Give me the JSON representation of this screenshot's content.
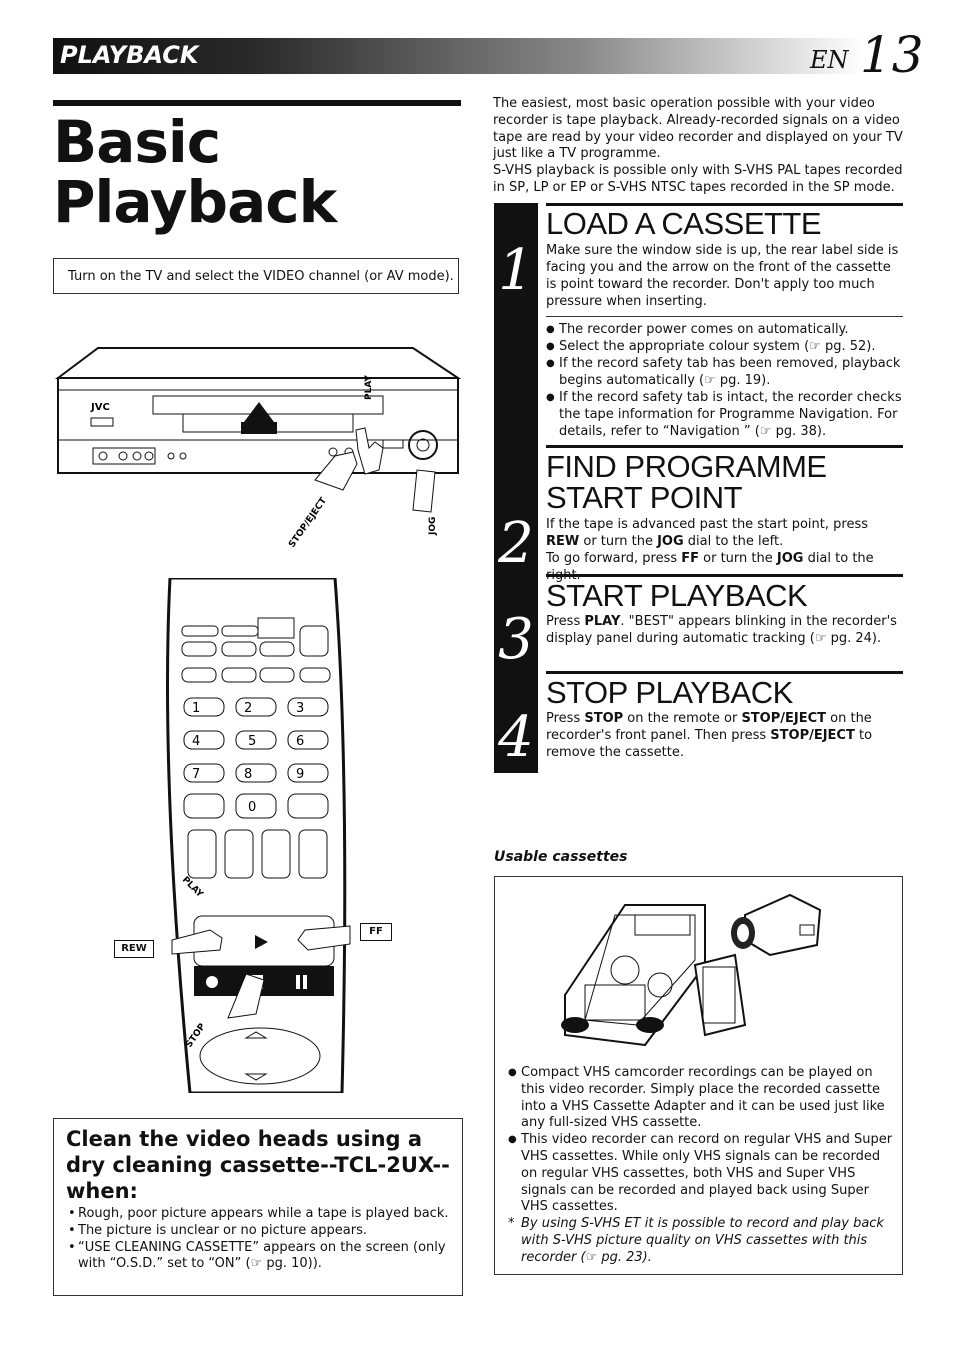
{
  "header": {
    "section": "PLAYBACK",
    "lang": "EN",
    "page": "13"
  },
  "title": {
    "line1": "Basic",
    "line2": "Playback"
  },
  "instruction": "Turn on the TV and select the VIDEO channel (or AV mode).",
  "intro": {
    "p1": "The easiest, most basic operation possible with your video recorder is tape playback. Already-recorded signals on a video tape are read by your video recorder and displayed on your TV just like a TV programme.",
    "p2": "S-VHS playback is possible only with S-VHS PAL tapes recorded in SP, LP or EP or S-VHS NTSC tapes recorded in the SP mode."
  },
  "illustration_labels": {
    "vcr_brand": "JVC",
    "play": "PLAY",
    "stop_eject": "STOP/EJECT",
    "jog": "JOG",
    "remote_play": "PLAY",
    "remote_stop": "STOP",
    "rew": "REW",
    "ff": "FF",
    "keys": [
      "1",
      "2",
      "3",
      "4",
      "5",
      "6",
      "7",
      "8",
      "9",
      "0"
    ]
  },
  "steps": [
    {
      "num": "1",
      "heading": "LOAD A CASSETTE",
      "text": "Make sure the window side is up, the rear label side is facing you and the arrow on the front of the cassette is point toward the recorder. Don't apply too much pressure when inserting.",
      "bullets": [
        "The recorder power comes on automatically.",
        "Select the appropriate colour system (☞ pg. 52).",
        "If the record safety tab has been removed, playback begins automatically (☞ pg. 19).",
        "If the record safety tab is intact, the recorder checks the tape information for Programme Navigation. For details, refer to “Navigation ” (☞ pg. 38)."
      ]
    },
    {
      "num": "2",
      "heading": "FIND PROGRAMME START POINT",
      "t1a": "If the tape is advanced past the start point, press ",
      "t1b": "REW",
      "t1c": " or turn the ",
      "t1d": "JOG",
      "t1e": " dial to the left.",
      "t2a": "To go forward, press ",
      "t2b": "FF",
      "t2c": " or turn the ",
      "t2d": "JOG",
      "t2e": " dial to the right."
    },
    {
      "num": "3",
      "heading": "START PLAYBACK",
      "ta": "Press ",
      "tb": "PLAY",
      "tc": ". \"BEST\" appears blinking in the recorder's display panel during automatic tracking (☞ pg. 24)."
    },
    {
      "num": "4",
      "heading": "STOP PLAYBACK",
      "ta": "Press ",
      "tb": "STOP",
      "tc": " on the remote or ",
      "td": "STOP/EJECT",
      "te": " on the recorder's front panel. Then press ",
      "tf": "STOP/EJECT",
      "tg": " to remove the cassette."
    }
  ],
  "usable_cassettes": {
    "title": "Usable cassettes",
    "items": [
      "Compact VHS camcorder recordings can be played on this video recorder. Simply place the recorded cassette into a VHS Cassette Adapter and it can be used just like any full-sized VHS cassette.",
      "This video recorder can record on regular VHS and Super VHS cassettes. While only VHS signals can be recorded on regular VHS cassettes, both VHS and Super VHS signals can be recorded and played back using Super VHS cassettes."
    ],
    "note": "By using S-VHS ET it is possible to record and play back with S-VHS picture quality on VHS cassettes with this recorder (☞ pg. 23)."
  },
  "cleaning": {
    "title": "Clean the video heads using a dry cleaning cassette--TCL-2UX--when:",
    "items": [
      "Rough, poor picture appears while a tape is played back.",
      "The picture is unclear or no picture appears.",
      "“USE CLEANING CASSETTE” appears on the screen (only with “O.S.D.” set to “ON” (☞ pg. 10))."
    ]
  }
}
